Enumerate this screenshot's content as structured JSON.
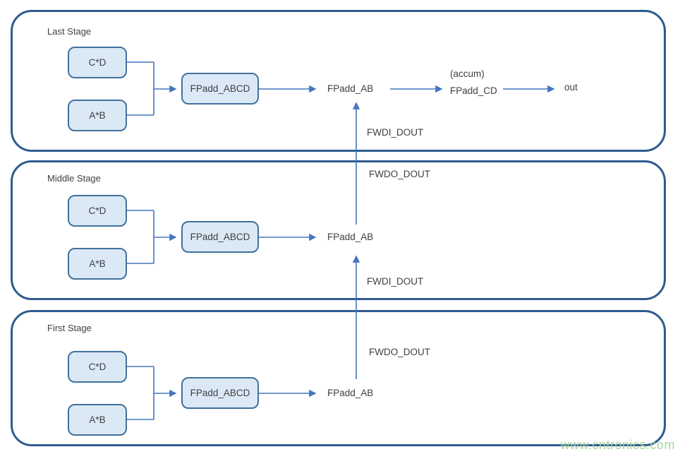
{
  "diagram": {
    "stages": [
      {
        "label": "Last Stage",
        "mult_cd": "C*D",
        "mult_ab": "A*B",
        "adder": "FPadd_ABCD",
        "result": "FPadd_AB"
      },
      {
        "label": "Middle Stage",
        "mult_cd": "C*D",
        "mult_ab": "A*B",
        "adder": "FPadd_ABCD",
        "result": "FPadd_AB"
      },
      {
        "label": "First Stage",
        "mult_cd": "C*D",
        "mult_ab": "A*B",
        "adder": "FPadd_ABCD",
        "result": "FPadd_AB"
      }
    ],
    "output_chain": {
      "accum_note": "(accum)",
      "accum_adder": "FPadd_CD",
      "out": "out"
    },
    "forwarding": [
      {
        "in_label": "FWDI_DOUT",
        "out_label": "FWDO_DOUT"
      },
      {
        "in_label": "FWDI_DOUT",
        "out_label": "FWDO_DOUT"
      }
    ],
    "watermark": "www.cntronics.com",
    "colors": {
      "stage_border": "#2e5b8f",
      "node_fill": "#dbe9f6",
      "node_border": "#41719c",
      "wire": "#4576be",
      "text": "#3f3f3f",
      "watermark": "#a8d5a1"
    }
  }
}
